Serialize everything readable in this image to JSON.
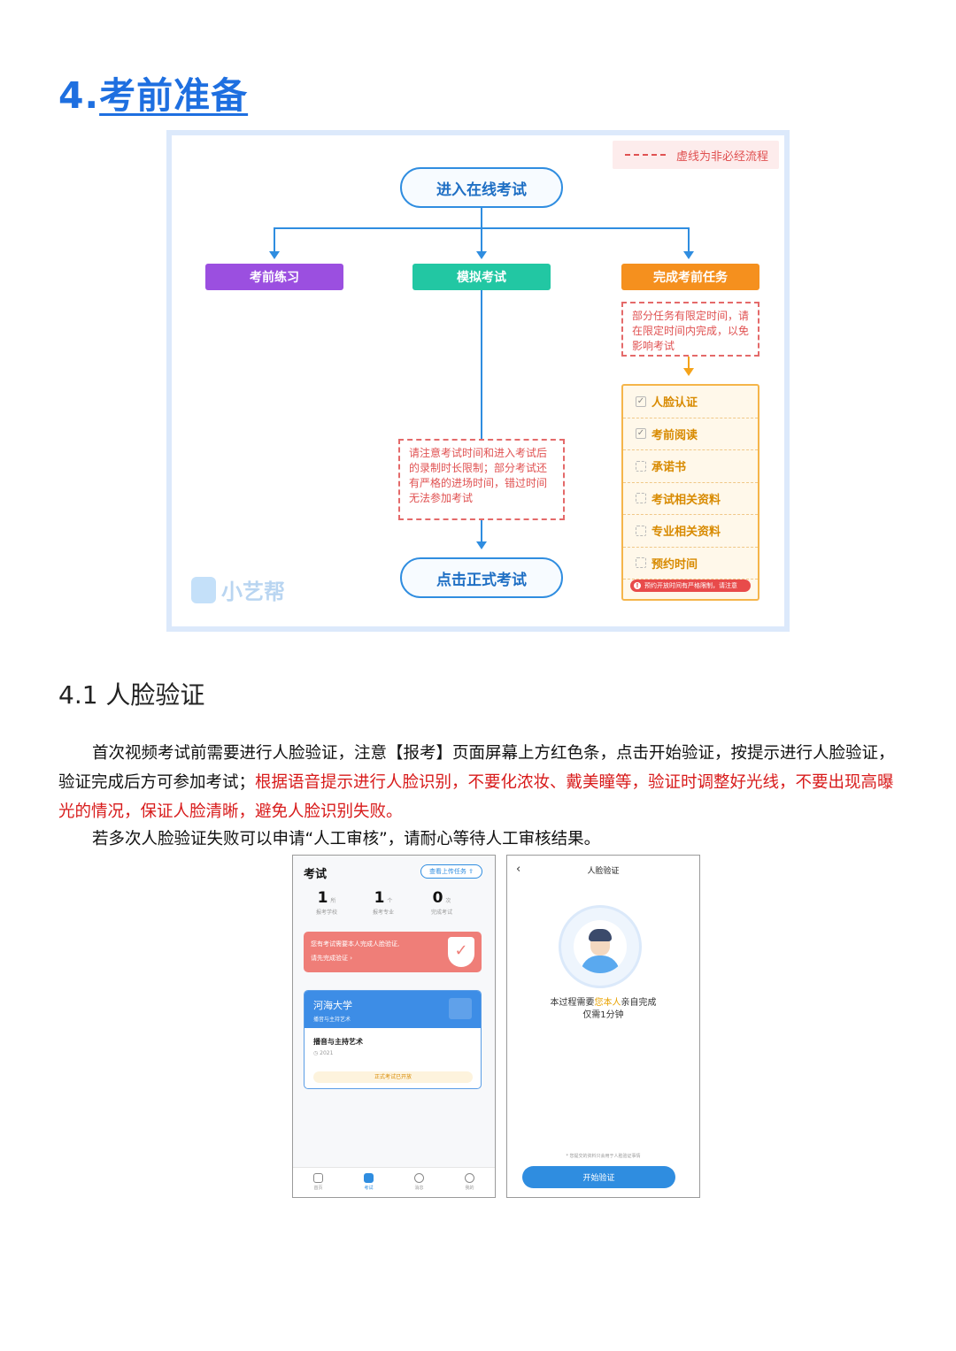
{
  "heading": {
    "number": "4.",
    "text": "考前准备"
  },
  "flowchart": {
    "legend": "虚线为非必经流程",
    "start": "进入在线考试",
    "branches": [
      "考前练习",
      "模拟考试",
      "完成考前任务"
    ],
    "colors": {
      "practice": "#9b4fe0",
      "mock": "#22c7a3",
      "tasks": "#f5901e",
      "line": "#2f8de0"
    },
    "mock_note": "请注意考试时间和进入考试后的录制时长限制；部分考试还有严格的进场时间，错过时间无法参加考试",
    "task_note": "部分任务有限定时间，请在限定时间内完成，以免影响考试",
    "tasks": [
      {
        "label": "人脸认证",
        "checked": true
      },
      {
        "label": "考前阅读",
        "checked": true
      },
      {
        "label": "承诺书",
        "checked": false
      },
      {
        "label": "考试相关资料",
        "checked": false
      },
      {
        "label": "专业相关资料",
        "checked": false
      },
      {
        "label": "预约时间",
        "checked": false
      }
    ],
    "task_warning": "预约开放时间有严格限制，请注意",
    "end": "点击正式考试",
    "brand": "小艺帮"
  },
  "section": {
    "title": "4.1 人脸验证",
    "p1_normal": "首次视频考试前需要进行人脸验证，注意【报考】页面屏幕上方红色条，点击开始验证，按提示进行人脸验证，验证完成后方可参加考试；",
    "p1_red": "根据语音提示进行人脸识别，不要化浓妆、戴美瞳等，验证时调整好光线，不要出现高曝光的情况，保证人脸清晰，避免人脸识别失败。",
    "p2": "若多次人脸验证失败可以申请“人工审核”，请耐心等待人工审核结果。"
  },
  "phone1": {
    "title": "考试",
    "upload_btn": "查看上传任务",
    "stats": [
      {
        "value": "1",
        "unit": "所",
        "label": "报考学校"
      },
      {
        "value": "1",
        "unit": "个",
        "label": "报考专业"
      },
      {
        "value": "0",
        "unit": "次",
        "label": "完成考试"
      }
    ],
    "alert_line1": "您有考试需要本人完成人脸验证,",
    "alert_line2": "请先完成验证 ›",
    "university": "河海大学",
    "uni_sub": "播音与主持艺术",
    "major": "播音与主持艺术",
    "date": "2021",
    "open_status": "正式考试已开放",
    "tabs": [
      "首页",
      "考试",
      "消息",
      "我的"
    ]
  },
  "phone2": {
    "back": "‹",
    "title": "人脸验证",
    "msg_pre": "本过程需要",
    "msg_hl": "您本人",
    "msg_post": "亲自完成",
    "msg_line2": "仅需1分钟",
    "fine": "* 您提交的资料只会用于人脸验证事情",
    "button": "开始验证"
  }
}
